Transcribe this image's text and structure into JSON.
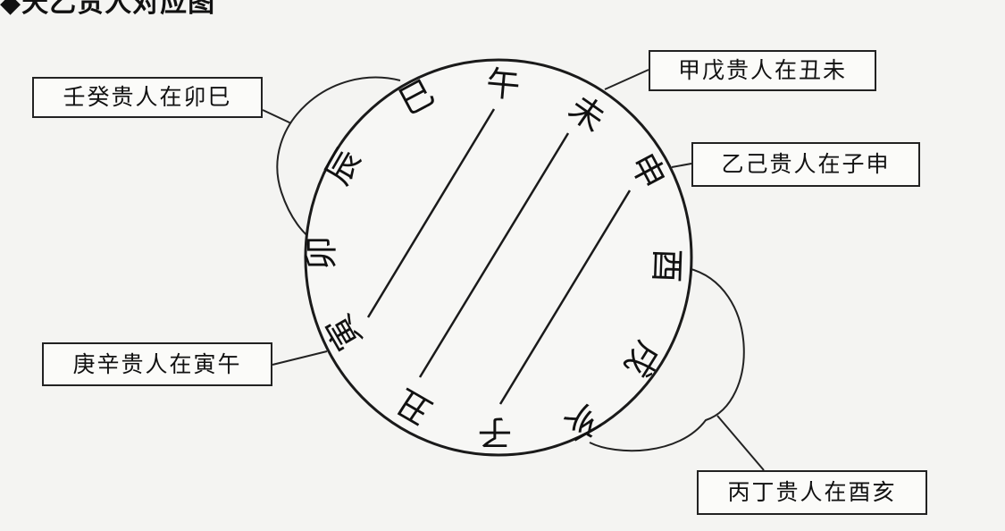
{
  "title": "◆天乙贵人对应图",
  "branches": [
    {
      "id": "si",
      "text": "巳"
    },
    {
      "id": "wu",
      "text": "午"
    },
    {
      "id": "wei",
      "text": "未"
    },
    {
      "id": "shen",
      "text": "申"
    },
    {
      "id": "you",
      "text": "酉"
    },
    {
      "id": "xu",
      "text": "戌"
    },
    {
      "id": "hai",
      "text": "亥"
    },
    {
      "id": "zi",
      "text": "子"
    },
    {
      "id": "chou",
      "text": "丑"
    },
    {
      "id": "yin",
      "text": "寅"
    },
    {
      "id": "mao",
      "text": "卯"
    },
    {
      "id": "chen",
      "text": "辰"
    }
  ],
  "labels": {
    "renkui": "壬癸贵人在卯巳",
    "jiawu": "甲戊贵人在丑未",
    "yiji": "乙己贵人在子申",
    "gengxin": "庚辛贵人在寅午",
    "bingding": "丙丁贵人在酉亥"
  },
  "connections": [
    {
      "from": "wu",
      "to": "yin"
    },
    {
      "from": "wei",
      "to": "chou"
    },
    {
      "from": "shen",
      "to": "zi"
    }
  ]
}
